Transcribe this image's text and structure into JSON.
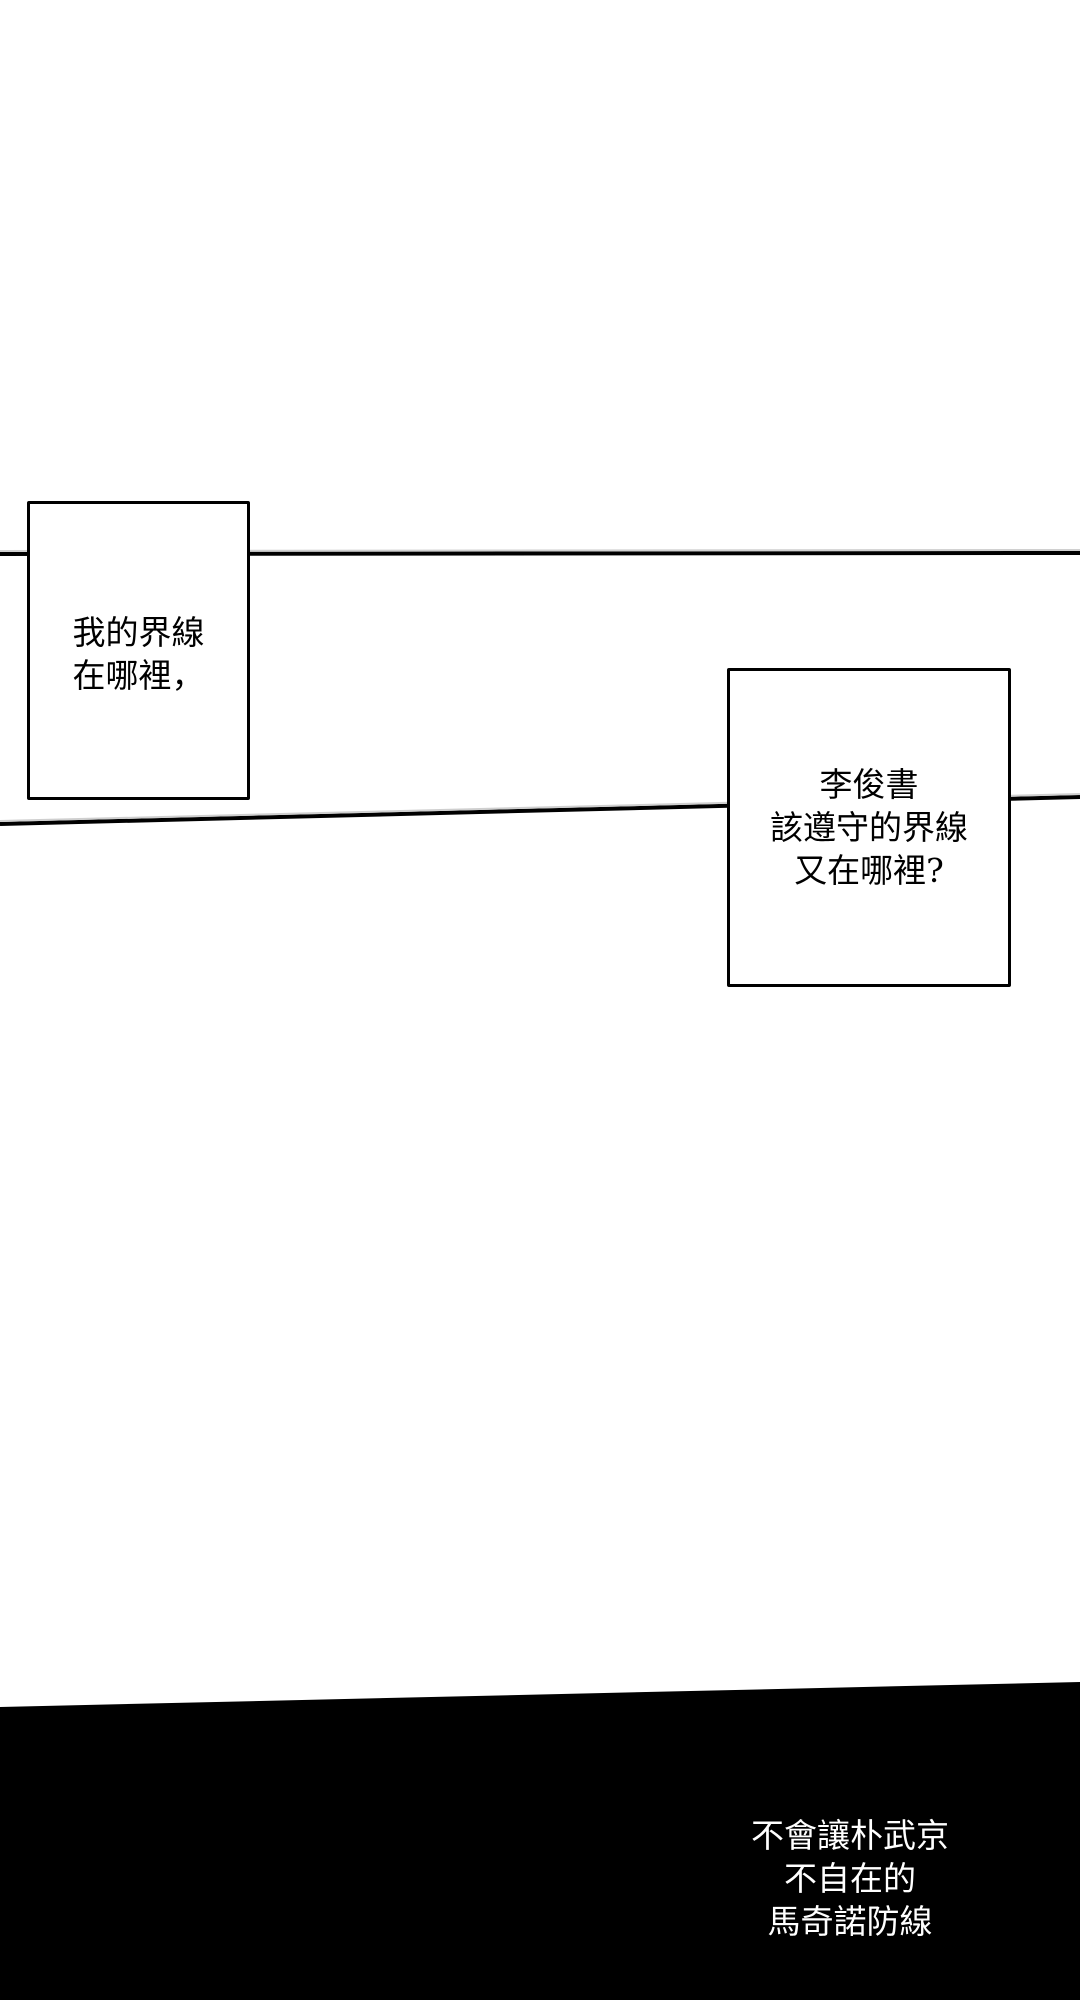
{
  "colors": {
    "background": "#ffffff",
    "ink": "#000000",
    "dark_panel": "#000000",
    "dark_panel_text": "#ffffff"
  },
  "caption_1": {
    "lines": [
      "我的界線",
      "在哪裡，"
    ]
  },
  "caption_2": {
    "lines": [
      "李俊書",
      "該遵守的界線",
      "又在哪裡?"
    ]
  },
  "bottom_caption": {
    "lines": [
      "不會讓朴武京",
      "不自在的",
      "馬奇諾防線"
    ]
  }
}
